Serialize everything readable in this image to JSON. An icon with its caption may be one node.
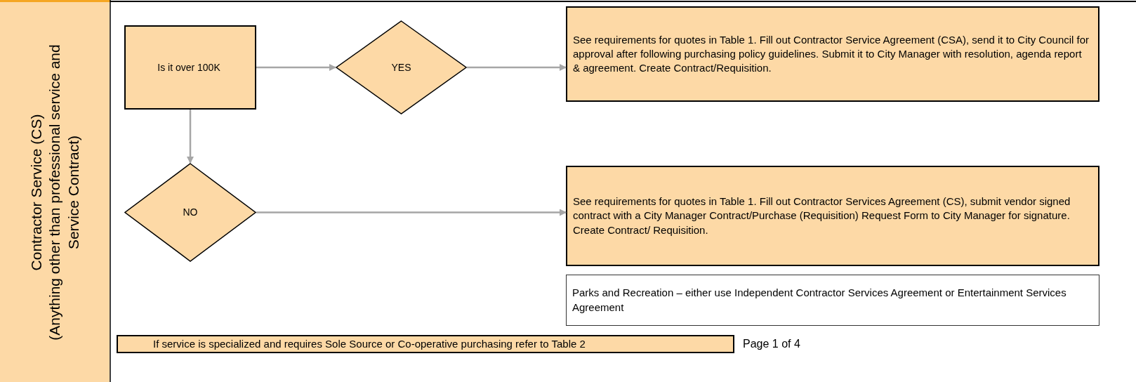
{
  "diagram": {
    "nodes": [
      {
        "text": [
          "Contractor Service (CS)",
          "(Anything other than professional service and Service Contract)"
        ]
      },
      {
        "text": [
          "Is it over 100K"
        ]
      },
      {
        "text": [
          "YES"
        ]
      },
      {
        "text": [
          "See requirements for quotes in Table 1. Fill out Contractor Service Agreement (CSA), send it to City Council for approval after following purchasing policy guidelines. Submit it to City Manager with resolution, agenda report & agreement. Create Contract/Requisition."
        ]
      },
      {
        "text": [
          "NO"
        ]
      },
      {
        "text": [
          "See requirements for quotes in Table 1. Fill out Contractor Services Agreement (CS), submit vendor signed contract with a City Manager Contract/Purchase (Requisition) Request Form to City Manager for signature. Create Contract/ Requisition."
        ]
      },
      {
        "text": [
          "Parks and Recreation – either use Independent Contractor Services Agreement or Entertainment Services Agreement"
        ]
      },
      {
        "text": [
          "If service is specialized and requires Sole Source or Co-operative purchasing refer to Table 2"
        ]
      }
    ],
    "edges": [
      {
        "from": 1,
        "to": 2,
        "arrow": "to"
      },
      {
        "from": 2,
        "to": 3,
        "arrow": "to"
      },
      {
        "from": 1,
        "to": 4,
        "arrow": "to"
      },
      {
        "from": 4,
        "to": 5,
        "arrow": "to"
      }
    ],
    "labels": [
      "Page 1 of 4"
    ]
  }
}
